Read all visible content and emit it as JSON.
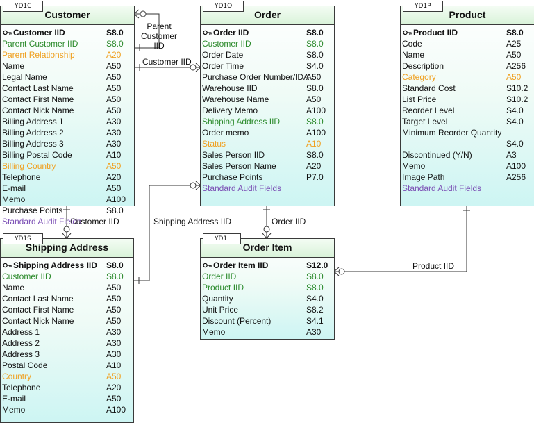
{
  "entities": {
    "customer": {
      "tag": "YD1C",
      "title": "Customer",
      "rows": [
        {
          "name": "Customer IID",
          "type": "S8.0",
          "kind": "pk"
        },
        {
          "name": "Parent Customer IID",
          "type": "S8.0",
          "kind": "fk"
        },
        {
          "name": "Parent Relationship",
          "type": "A20",
          "kind": "opt"
        },
        {
          "name": "Name",
          "type": "A50",
          "kind": ""
        },
        {
          "name": "Legal Name",
          "type": "A50",
          "kind": ""
        },
        {
          "name": "Contact Last Name",
          "type": "A50",
          "kind": ""
        },
        {
          "name": "Contact First Name",
          "type": "A50",
          "kind": ""
        },
        {
          "name": "Contact Nick Name",
          "type": "A50",
          "kind": ""
        },
        {
          "name": "Billing Address 1",
          "type": "A30",
          "kind": ""
        },
        {
          "name": "Billing Address 2",
          "type": "A30",
          "kind": ""
        },
        {
          "name": "Billing Address 3",
          "type": "A30",
          "kind": ""
        },
        {
          "name": "Billing Postal Code",
          "type": "A10",
          "kind": ""
        },
        {
          "name": "Billing Country",
          "type": "A50",
          "kind": "opt"
        },
        {
          "name": "Telephone",
          "type": "A20",
          "kind": ""
        },
        {
          "name": "E-mail",
          "type": "A50",
          "kind": ""
        },
        {
          "name": "Memo",
          "type": "A100",
          "kind": ""
        },
        {
          "name": "Purchase Points",
          "type": "S8.0",
          "kind": ""
        },
        {
          "name": "Standard Audit Fields",
          "type": "",
          "kind": "grp"
        }
      ]
    },
    "order": {
      "tag": "YD1O",
      "title": "Order",
      "rows": [
        {
          "name": "Order IID",
          "type": "S8.0",
          "kind": "pk"
        },
        {
          "name": "Customer IID",
          "type": "S8.0",
          "kind": "fk"
        },
        {
          "name": "Order Date",
          "type": "S8.0",
          "kind": ""
        },
        {
          "name": "Order Time",
          "type": "S4.0",
          "kind": ""
        },
        {
          "name": "Purchase Order Number/IDA",
          "type": "A50",
          "kind": ""
        },
        {
          "name": "Warehouse IID",
          "type": "S8.0",
          "kind": ""
        },
        {
          "name": "Warehouse Name",
          "type": "A50",
          "kind": ""
        },
        {
          "name": "Delivery Memo",
          "type": "A100",
          "kind": ""
        },
        {
          "name": "Shipping Address IID",
          "type": "S8.0",
          "kind": "fk"
        },
        {
          "name": "Order memo",
          "type": "A100",
          "kind": ""
        },
        {
          "name": "Status",
          "type": "A10",
          "kind": "opt"
        },
        {
          "name": "Sales Person IID",
          "type": "S8.0",
          "kind": ""
        },
        {
          "name": "Sales Person Name",
          "type": "A20",
          "kind": ""
        },
        {
          "name": "Purchase Points",
          "type": "P7.0",
          "kind": ""
        },
        {
          "name": "Standard Audit Fields",
          "type": "",
          "kind": "grp"
        }
      ]
    },
    "product": {
      "tag": "YD1P",
      "title": "Product",
      "rows": [
        {
          "name": "Product IID",
          "type": "S8.0",
          "kind": "pk"
        },
        {
          "name": "Code",
          "type": "A25",
          "kind": ""
        },
        {
          "name": "Name",
          "type": "A50",
          "kind": ""
        },
        {
          "name": "Description",
          "type": "A256",
          "kind": ""
        },
        {
          "name": "Category",
          "type": "A50",
          "kind": "opt"
        },
        {
          "name": "Standard Cost",
          "type": "S10.2",
          "kind": ""
        },
        {
          "name": "List Price",
          "type": "S10.2",
          "kind": ""
        },
        {
          "name": "Reorder Level",
          "type": "S4.0",
          "kind": ""
        },
        {
          "name": "Target Level",
          "type": "S4.0",
          "kind": ""
        },
        {
          "name": "Minimum Reorder Quantity",
          "type": "",
          "kind": ""
        },
        {
          "name": "",
          "type": "S4.0",
          "kind": ""
        },
        {
          "name": "Discontinued (Y/N)",
          "type": "A3",
          "kind": ""
        },
        {
          "name": "Memo",
          "type": "A100",
          "kind": ""
        },
        {
          "name": "Image Path",
          "type": "A256",
          "kind": ""
        },
        {
          "name": "Standard Audit Fields",
          "type": "",
          "kind": "grp"
        }
      ]
    },
    "shipping": {
      "tag": "YD1S",
      "title": "Shipping Address",
      "rows": [
        {
          "name": "Shipping Address IID",
          "type": "S8.0",
          "kind": "pk"
        },
        {
          "name": "Customer IID",
          "type": "S8.0",
          "kind": "fk"
        },
        {
          "name": "Name",
          "type": "A50",
          "kind": ""
        },
        {
          "name": "Contact Last Name",
          "type": "A50",
          "kind": ""
        },
        {
          "name": "Contact First Name",
          "type": "A50",
          "kind": ""
        },
        {
          "name": "Contact Nick Name",
          "type": "A50",
          "kind": ""
        },
        {
          "name": "Address 1",
          "type": "A30",
          "kind": ""
        },
        {
          "name": "Address 2",
          "type": "A30",
          "kind": ""
        },
        {
          "name": "Address 3",
          "type": "A30",
          "kind": ""
        },
        {
          "name": "Postal Code",
          "type": "A10",
          "kind": ""
        },
        {
          "name": "Country",
          "type": "A50",
          "kind": "opt"
        },
        {
          "name": "Telephone",
          "type": "A20",
          "kind": ""
        },
        {
          "name": "E-mail",
          "type": "A50",
          "kind": ""
        },
        {
          "name": "Memo",
          "type": "A100",
          "kind": ""
        }
      ]
    },
    "orderitem": {
      "tag": "YD1I",
      "title": "Order Item",
      "rows": [
        {
          "name": "Order Item IID",
          "type": "S12.0",
          "kind": "pk"
        },
        {
          "name": "Order IID",
          "type": "S8.0",
          "kind": "fk"
        },
        {
          "name": "Product IID",
          "type": "S8.0",
          "kind": "fk"
        },
        {
          "name": "Quantity",
          "type": "S4.0",
          "kind": ""
        },
        {
          "name": "Unit Price",
          "type": "S8.2",
          "kind": ""
        },
        {
          "name": "Discount (Percent)",
          "type": "S4.1",
          "kind": ""
        },
        {
          "name": "Memo",
          "type": "A30",
          "kind": ""
        }
      ]
    }
  },
  "relationships": {
    "parent_customer": "Parent\nCustomer IID",
    "customer_order": "Customer IID",
    "customer_shipping": "Customer IID",
    "shipping_order": "Shipping Address IID",
    "order_orderitem": "Order IID",
    "product_orderitem": "Product IID"
  },
  "colors": {
    "foreign_key": "#2b8a2b",
    "optional": "#f0a020",
    "group": "#7b4fb5",
    "header_fill": "#d9f3d9",
    "body_fill": "#cdf5f3"
  }
}
